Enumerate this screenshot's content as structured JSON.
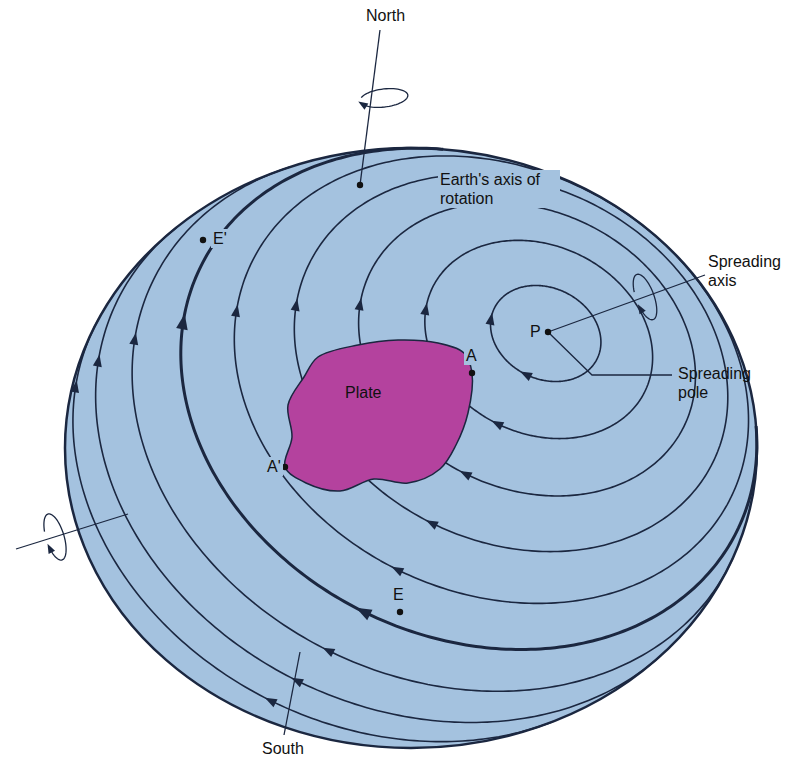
{
  "diagram": {
    "nodes": [
      {
        "text": [
          "Plate"
        ]
      }
    ],
    "labels": [
      "North",
      "Earth's axis of rotation",
      "E'",
      "Spreading axis",
      "P",
      "A",
      "Spreading pole",
      "A'",
      "E",
      "South"
    ]
  }
}
